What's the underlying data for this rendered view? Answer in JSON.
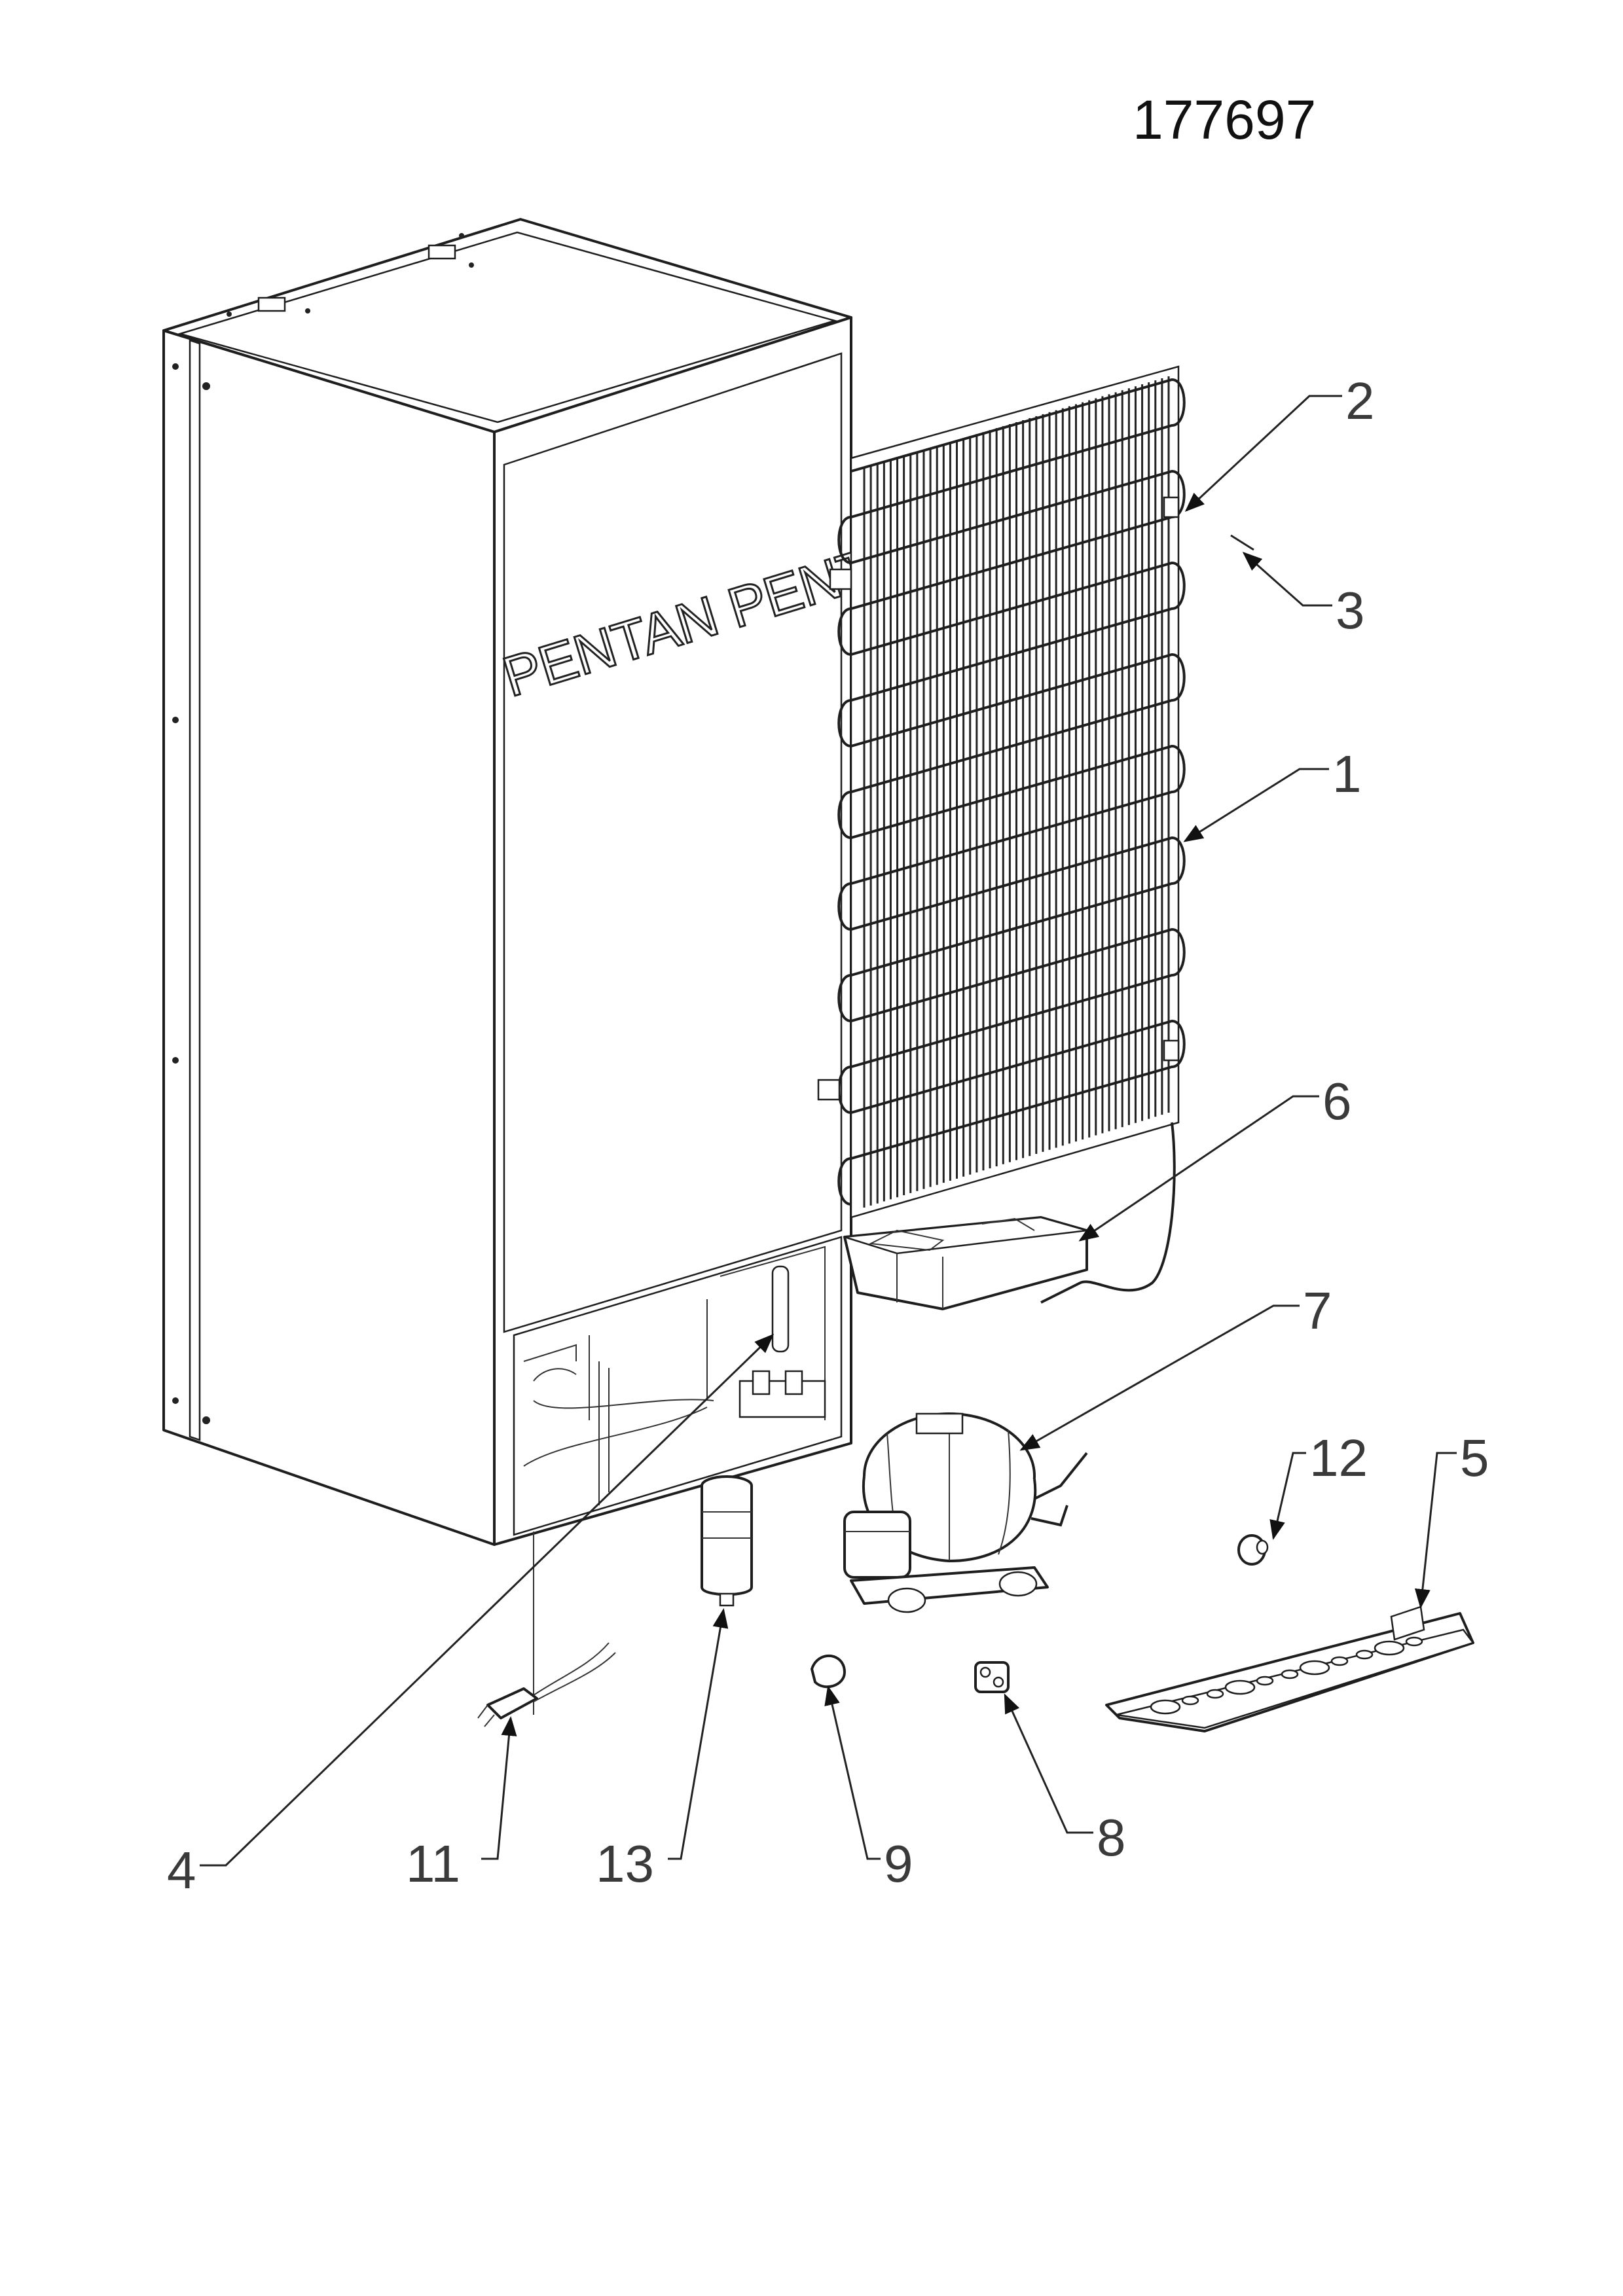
{
  "drawing_number": "177697",
  "cabinet_stencil": "PENTAN PENTAN",
  "callouts": [
    {
      "id": "1"
    },
    {
      "id": "2"
    },
    {
      "id": "3"
    },
    {
      "id": "4"
    },
    {
      "id": "5"
    },
    {
      "id": "6"
    },
    {
      "id": "7"
    },
    {
      "id": "8"
    },
    {
      "id": "9"
    },
    {
      "id": "11"
    },
    {
      "id": "12"
    },
    {
      "id": "13"
    }
  ]
}
